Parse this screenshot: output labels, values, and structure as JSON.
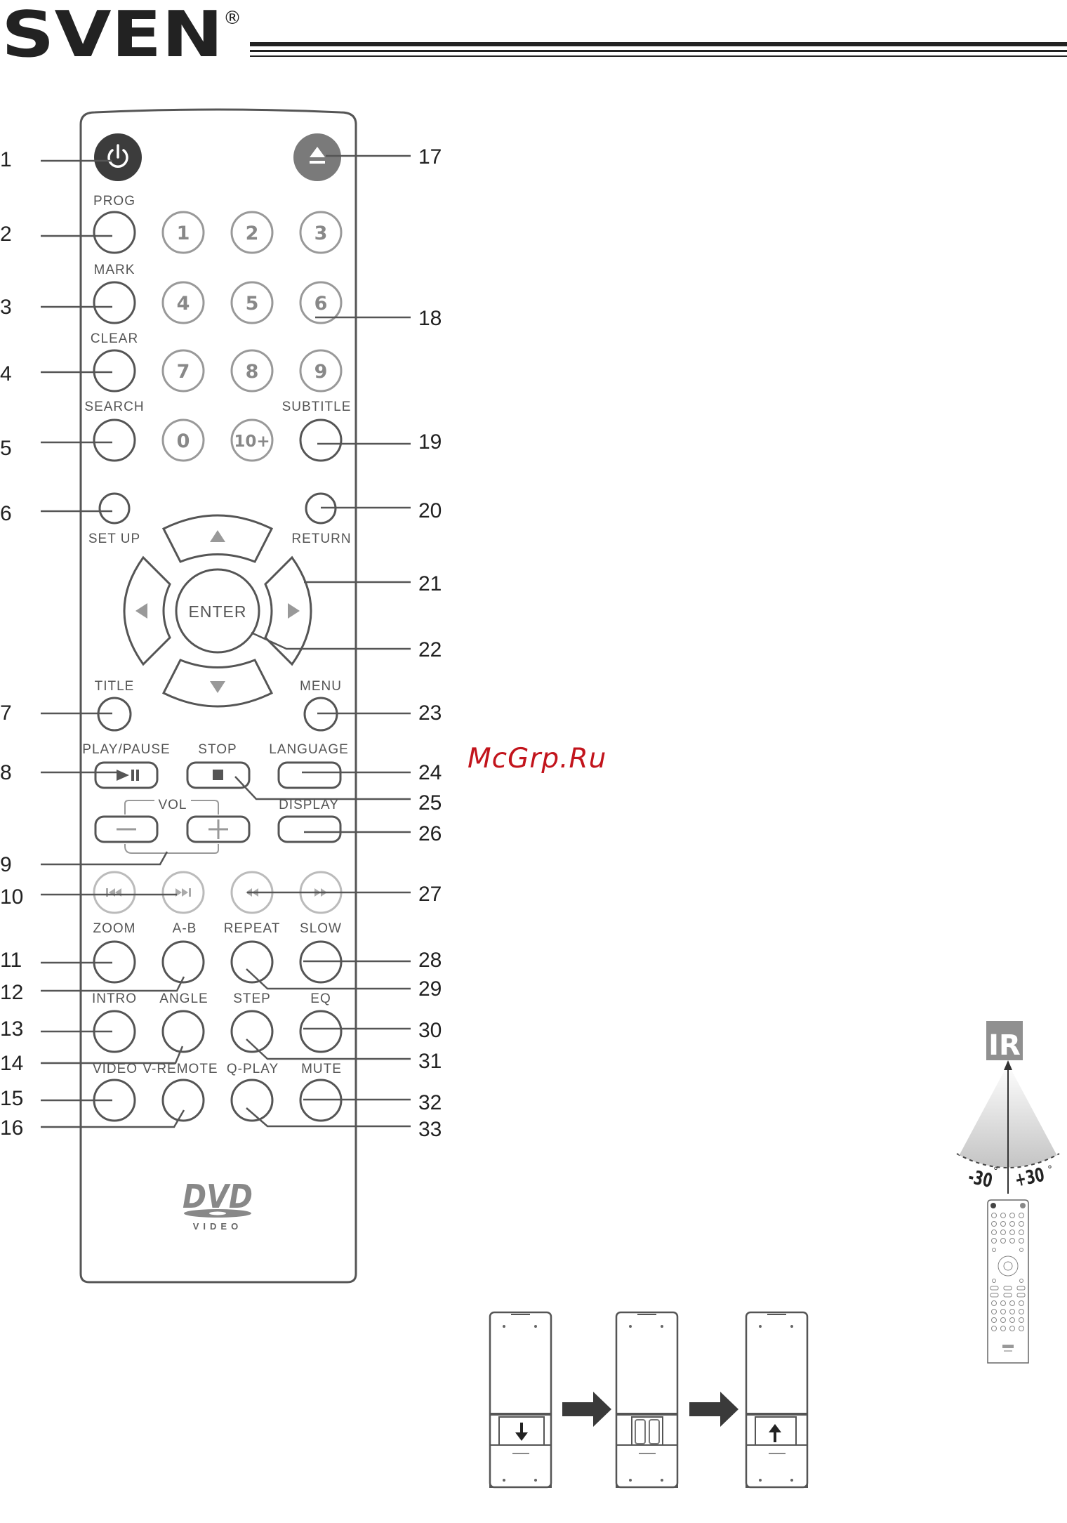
{
  "brand": {
    "name": "SVEN",
    "mark": "®"
  },
  "watermark": "McGrp.Ru",
  "buttons": {
    "prog": "PROG",
    "mark": "MARK",
    "clear": "CLEAR",
    "search": "SEARCH",
    "subtitle": "SUBTITLE",
    "setup": "SET UP",
    "return": "RETURN",
    "enter": "ENTER",
    "title": "TITLE",
    "menu": "MENU",
    "play_pause": "PLAY/PAUSE",
    "stop": "STOP",
    "language": "LANGUAGE",
    "vol": "VOL",
    "display": "DISPLAY",
    "zoom": "ZOOM",
    "ab": "A-B",
    "repeat": "REPEAT",
    "slow": "SLOW",
    "intro": "INTRO",
    "angle": "ANGLE",
    "step": "STEP",
    "eq": "EQ",
    "video": "VIDEO",
    "vremote": "V-REMOTE",
    "qplay": "Q-PLAY",
    "mute": "MUTE"
  },
  "digits": [
    "1",
    "2",
    "3",
    "4",
    "5",
    "6",
    "7",
    "8",
    "9",
    "0",
    "10+"
  ],
  "callouts": [
    "1",
    "2",
    "3",
    "4",
    "5",
    "6",
    "7",
    "8",
    "9",
    "10",
    "11",
    "12",
    "13",
    "14",
    "15",
    "16",
    "17",
    "18",
    "19",
    "20",
    "21",
    "22",
    "23",
    "24",
    "25",
    "26",
    "27",
    "28",
    "29",
    "30",
    "31",
    "32",
    "33"
  ],
  "logo": {
    "dvd": "DVD",
    "video": "VIDEO"
  },
  "ir": {
    "sensor": "IR",
    "left_angle": "-30",
    "right_angle": "+30",
    "degree": "°"
  }
}
